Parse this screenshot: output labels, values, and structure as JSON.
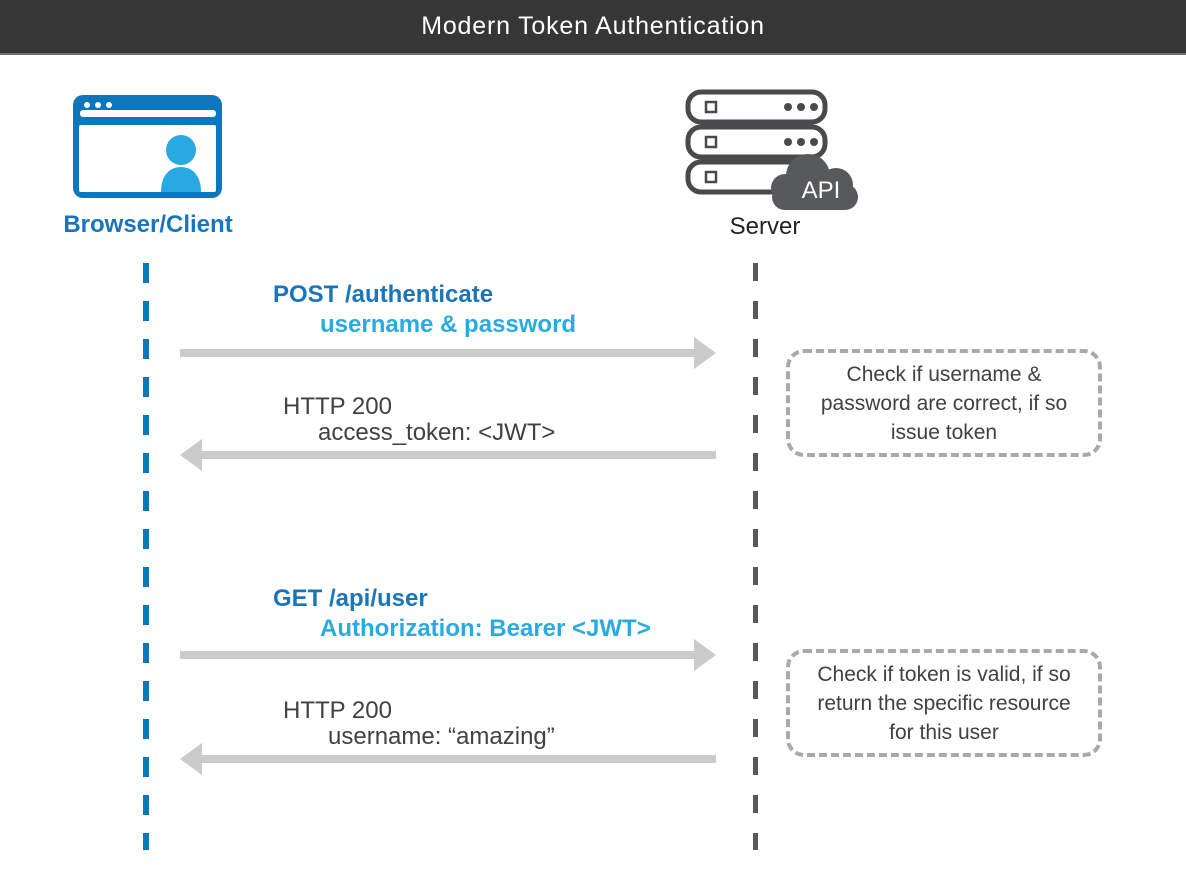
{
  "header": {
    "title": "Modern Token Authentication"
  },
  "actors": {
    "client": {
      "label": "Browser/Client"
    },
    "server": {
      "label": "Server",
      "badge": "API"
    }
  },
  "messages": [
    {
      "direction": "right",
      "line1": "POST /authenticate",
      "line2": "username & password"
    },
    {
      "direction": "left",
      "line1": "HTTP 200",
      "line2": "access_token: <JWT>"
    },
    {
      "direction": "right",
      "line1": "GET /api/user",
      "line2": "Authorization: Bearer <JWT>"
    },
    {
      "direction": "left",
      "line1": "HTTP 200",
      "line2": "username: “amazing”"
    }
  ],
  "notes": [
    {
      "lines": [
        "Check if username &",
        "password are correct, if so",
        "issue token"
      ]
    },
    {
      "lines": [
        "Check if token is valid, if so",
        "return the specific resource",
        "for this user"
      ]
    }
  ],
  "palette": {
    "header_bg": "#363636",
    "title_fg": "#FFFFFF",
    "blue_primary": "#0F76BC",
    "blue_label": "#1B75BB",
    "blue_light": "#29ABE2",
    "person_blue": "#29A9E1",
    "server_outline": "#4A4A4C",
    "cloud_gray": "#58595B",
    "text_dark": "#414042",
    "arrow_gray": "#CBCBCB",
    "note_border": "#A7A9AC"
  }
}
